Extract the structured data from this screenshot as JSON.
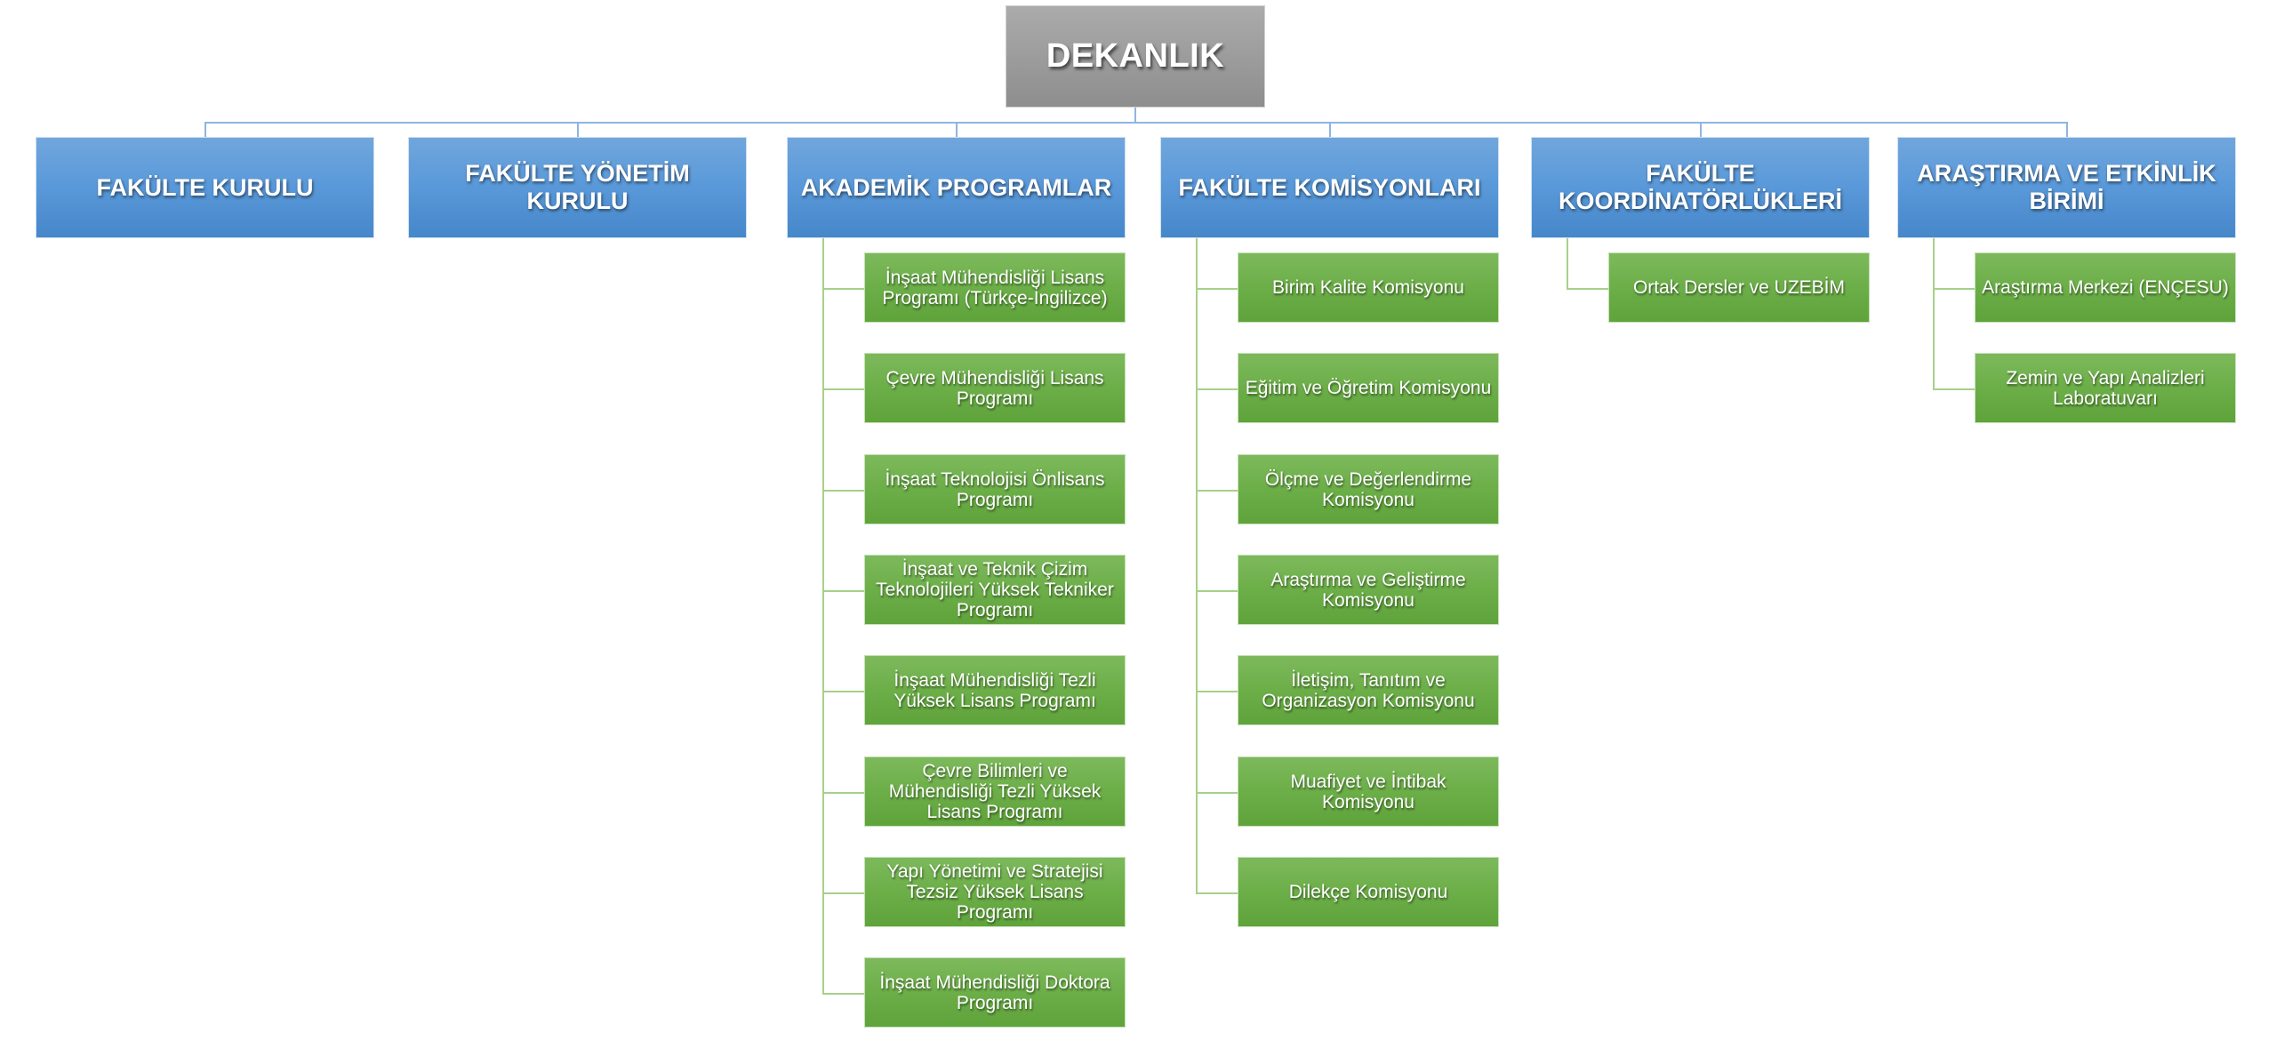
{
  "title": "DEKANLIK",
  "colors": {
    "root": "#9c9c9c",
    "header": "#5b9ada",
    "leaf": "#6cae48",
    "root_connector": "#8fb4e3",
    "child_connector": "#a6d08b"
  },
  "departments": [
    {
      "label": "FAKÜLTE KURULU",
      "children": []
    },
    {
      "label": "FAKÜLTE YÖNETİM KURULU",
      "children": []
    },
    {
      "label": "AKADEMİK PROGRAMLAR",
      "children": [
        "İnşaat Mühendisliği Lisans Programı (Türkçe-İngilizce)",
        "Çevre Mühendisliği Lisans Programı",
        "İnşaat Teknolojisi Önlisans Programı",
        "İnşaat ve Teknik Çizim Teknolojileri Yüksek Tekniker Programı",
        "İnşaat Mühendisliği Tezli Yüksek Lisans Programı",
        "Çevre Bilimleri ve Mühendisliği Tezli Yüksek Lisans Programı",
        "Yapı Yönetimi ve Stratejisi Tezsiz Yüksek Lisans Programı",
        "İnşaat Mühendisliği Doktora Programı"
      ]
    },
    {
      "label": "FAKÜLTE KOMİSYONLARI",
      "children": [
        "Birim Kalite Komisyonu",
        "Eğitim ve Öğretim Komisyonu",
        "Ölçme ve Değerlendirme Komisyonu",
        "Araştırma ve Geliştirme Komisyonu",
        "İletişim, Tanıtım ve Organizasyon Komisyonu",
        "Muafiyet ve İntibak Komisyonu",
        "Dilekçe Komisyonu"
      ]
    },
    {
      "label": "FAKÜLTE KOORDİNATÖRLÜKLERİ",
      "children": [
        "Ortak Dersler ve UZEBİM"
      ]
    },
    {
      "label": "ARAŞTIRMA VE ETKİNLİK BİRİMİ",
      "children": [
        "Araştırma Merkezi (ENÇESU)",
        "Zemin ve Yapı Analizleri Laboratuvarı"
      ]
    }
  ]
}
